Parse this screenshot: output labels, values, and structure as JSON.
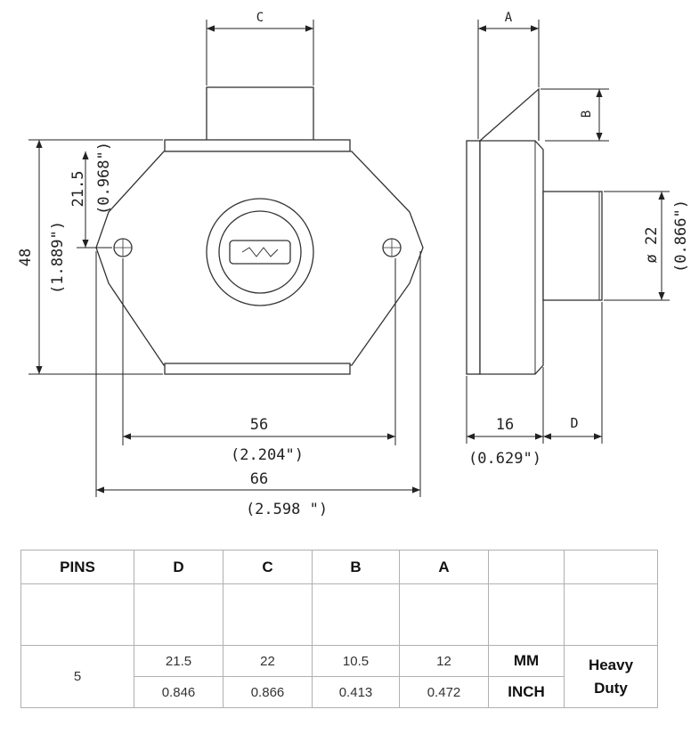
{
  "drawing": {
    "labels": {
      "c": "C",
      "a": "A",
      "b": "B",
      "d": "D",
      "h_mm": "48",
      "h_in": "(1.889\")",
      "h2_mm": "21.5",
      "h2_in": "(0.968\")",
      "w_mm": "56",
      "w_in": "(2.204\")",
      "w2_mm": "66",
      "w2_in": "(2.598 \")",
      "depth_mm": "16",
      "depth_in": "(0.629\")",
      "dia_mm": "ø 22",
      "dia_in": "(0.866\")"
    }
  },
  "table": {
    "headers": [
      "PINS",
      "D",
      "C",
      "B",
      "A",
      "",
      ""
    ],
    "pins": "5",
    "mm": {
      "d": "21.5",
      "c": "22",
      "b": "10.5",
      "a": "12",
      "unit": "MM"
    },
    "inch": {
      "d": "0.846",
      "c": "0.866",
      "b": "0.413",
      "a": "0.472",
      "unit": "INCH"
    },
    "type_line1": "Heavy",
    "type_line2": "Duty"
  }
}
